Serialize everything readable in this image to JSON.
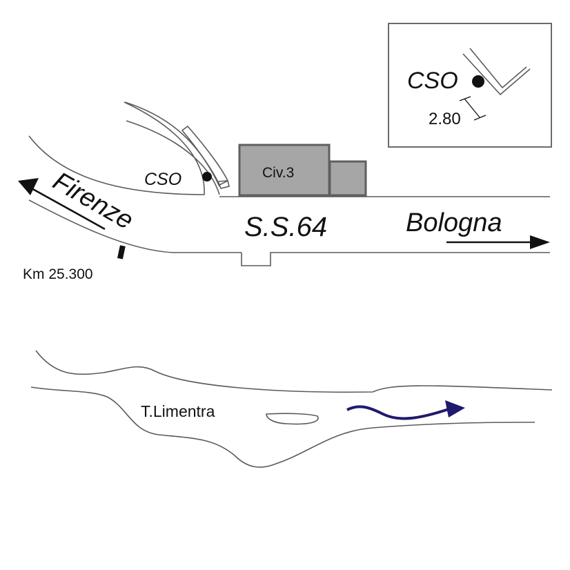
{
  "labels": {
    "cso_main": "CSO",
    "cso_inset": "CSO",
    "inset_distance": "2.80",
    "building": "Civ.3",
    "road": "S.S.64",
    "dir_left": "Firenze",
    "dir_right": "Bologna",
    "km_marker": "Km 25.300",
    "river": "T.Limentra"
  },
  "colors": {
    "line": "#5a5a5a",
    "building_fill": "#a6a6a6",
    "building_stroke": "#5f5f5f",
    "flow_arrow": "#1f1a6e",
    "text": "#111111"
  }
}
